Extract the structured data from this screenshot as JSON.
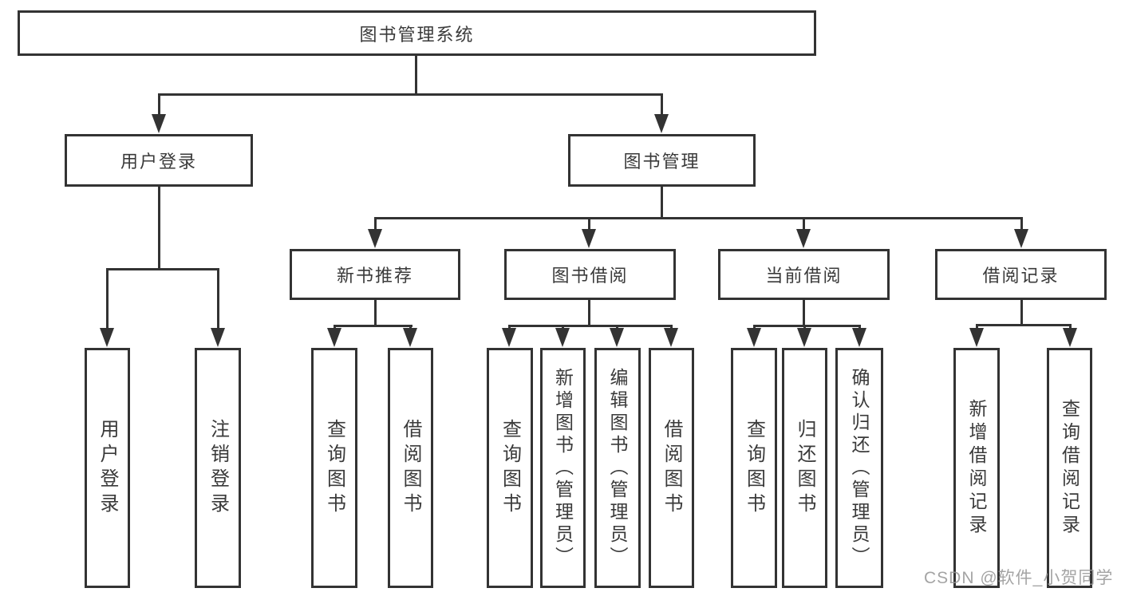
{
  "diagram": {
    "title": "图书管理系统",
    "type": "hierarchy-tree",
    "hierarchy": {
      "图书管理系统": {
        "用户登录": [
          "用户登录",
          "注销登录"
        ],
        "图书管理": {
          "新书推荐": [
            "查询图书",
            "借阅图书"
          ],
          "图书借阅": [
            "查询图书",
            "新增图书（管理员）",
            "编辑图书（管理员）",
            "借阅图书"
          ],
          "当前借阅": [
            "查询图书",
            "归还图书",
            "确认归还（管理员）"
          ],
          "借阅记录": [
            "新增借阅记录",
            "查询借阅记录"
          ]
        }
      }
    }
  },
  "nodes": {
    "root": {
      "label": "图书管理系统"
    },
    "level2": [
      {
        "label": "用户登录"
      },
      {
        "label": "图书管理"
      }
    ],
    "level3": [
      {
        "label": "新书推荐"
      },
      {
        "label": "图书借阅"
      },
      {
        "label": "当前借阅"
      },
      {
        "label": "借阅记录"
      }
    ],
    "leaves": [
      {
        "label": "用户登录"
      },
      {
        "label": "注销登录"
      },
      {
        "label": "查询图书"
      },
      {
        "label": "借阅图书"
      },
      {
        "label": "查询图书"
      },
      {
        "label": "新增图书（管理员）"
      },
      {
        "label": "编辑图书（管理员）"
      },
      {
        "label": "借阅图书"
      },
      {
        "label": "查询图书"
      },
      {
        "label": "归还图书"
      },
      {
        "label": "确认归还（管理员）"
      },
      {
        "label": "新增借阅记录"
      },
      {
        "label": "查询借阅记录"
      }
    ]
  },
  "watermark": {
    "text": "CSDN @软件_小贺同学"
  },
  "colors": {
    "line": "#333333",
    "box_border": "#333333",
    "box_fill": "#ffffff",
    "text": "#3a3a3a",
    "background": "#ffffff",
    "watermark": "#949494"
  }
}
